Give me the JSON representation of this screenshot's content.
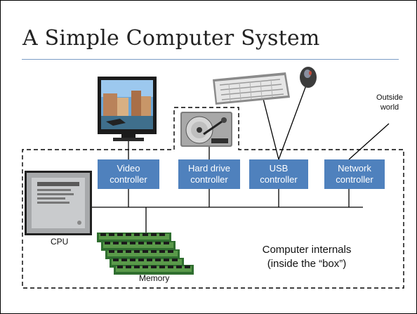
{
  "title": "A Simple Computer System",
  "controllers": {
    "video": {
      "line1": "Video",
      "line2": "controller"
    },
    "hard_drive": {
      "line1": "Hard drive",
      "line2": "controller"
    },
    "usb": {
      "line1": "USB",
      "line2": "controller"
    },
    "network": {
      "line1": "Network",
      "line2": "controller"
    }
  },
  "labels": {
    "outside_line1": "Outside",
    "outside_line2": "world",
    "cpu": "CPU",
    "memory": "Memory",
    "internals_line1": "Computer internals",
    "internals_line2": "(inside the “box”)"
  },
  "colors": {
    "controller_fill": "#4f81bd",
    "title_rule": "#7a9cc6"
  },
  "pictures": [
    "monitor",
    "hard-drive",
    "keyboard",
    "mouse",
    "cpu-chip",
    "memory-modules"
  ]
}
